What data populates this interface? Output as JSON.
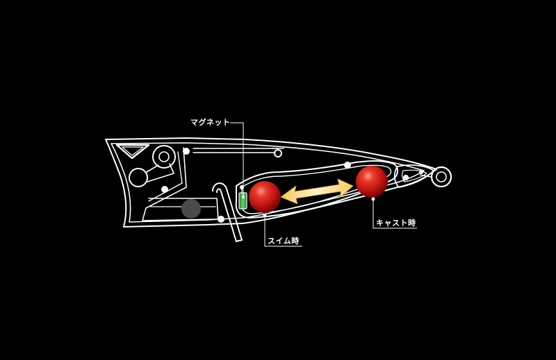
{
  "diagram": {
    "background_color": "#000000",
    "outline_color": "#ffffff",
    "weight_ball_color": "#d41a1a",
    "arrow_color": "#f2c766",
    "magnet_color": "#2f9b3c",
    "labels": {
      "magnet": "マグネット",
      "swim": "スイム時",
      "cast": "キャスト時"
    },
    "icons": {
      "lure_body": "fishing-lure-cutaway-icon",
      "weight_ball": "weight-ball-icon",
      "arrow": "double-arrow-icon",
      "magnet": "magnet-icon",
      "line_eye": "line-tie-eye-icon",
      "hook_hanger": "hook-hanger-icon"
    }
  }
}
